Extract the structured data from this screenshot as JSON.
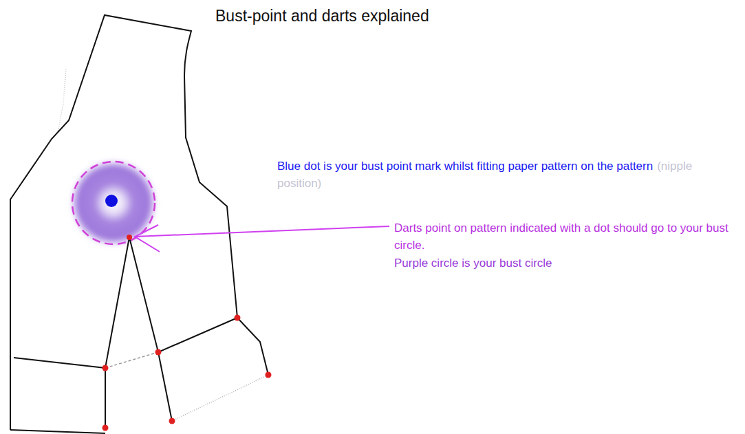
{
  "diagram": {
    "title": "Bust-point and darts explained",
    "labels": [
      "Blue dot is your bust point mark whilst fitting paper pattern on the pattern",
      "(nipple position)",
      "Darts point on pattern indicated with a dot should go to your bust circle.",
      "Purple circle is your bust circle"
    ]
  }
}
